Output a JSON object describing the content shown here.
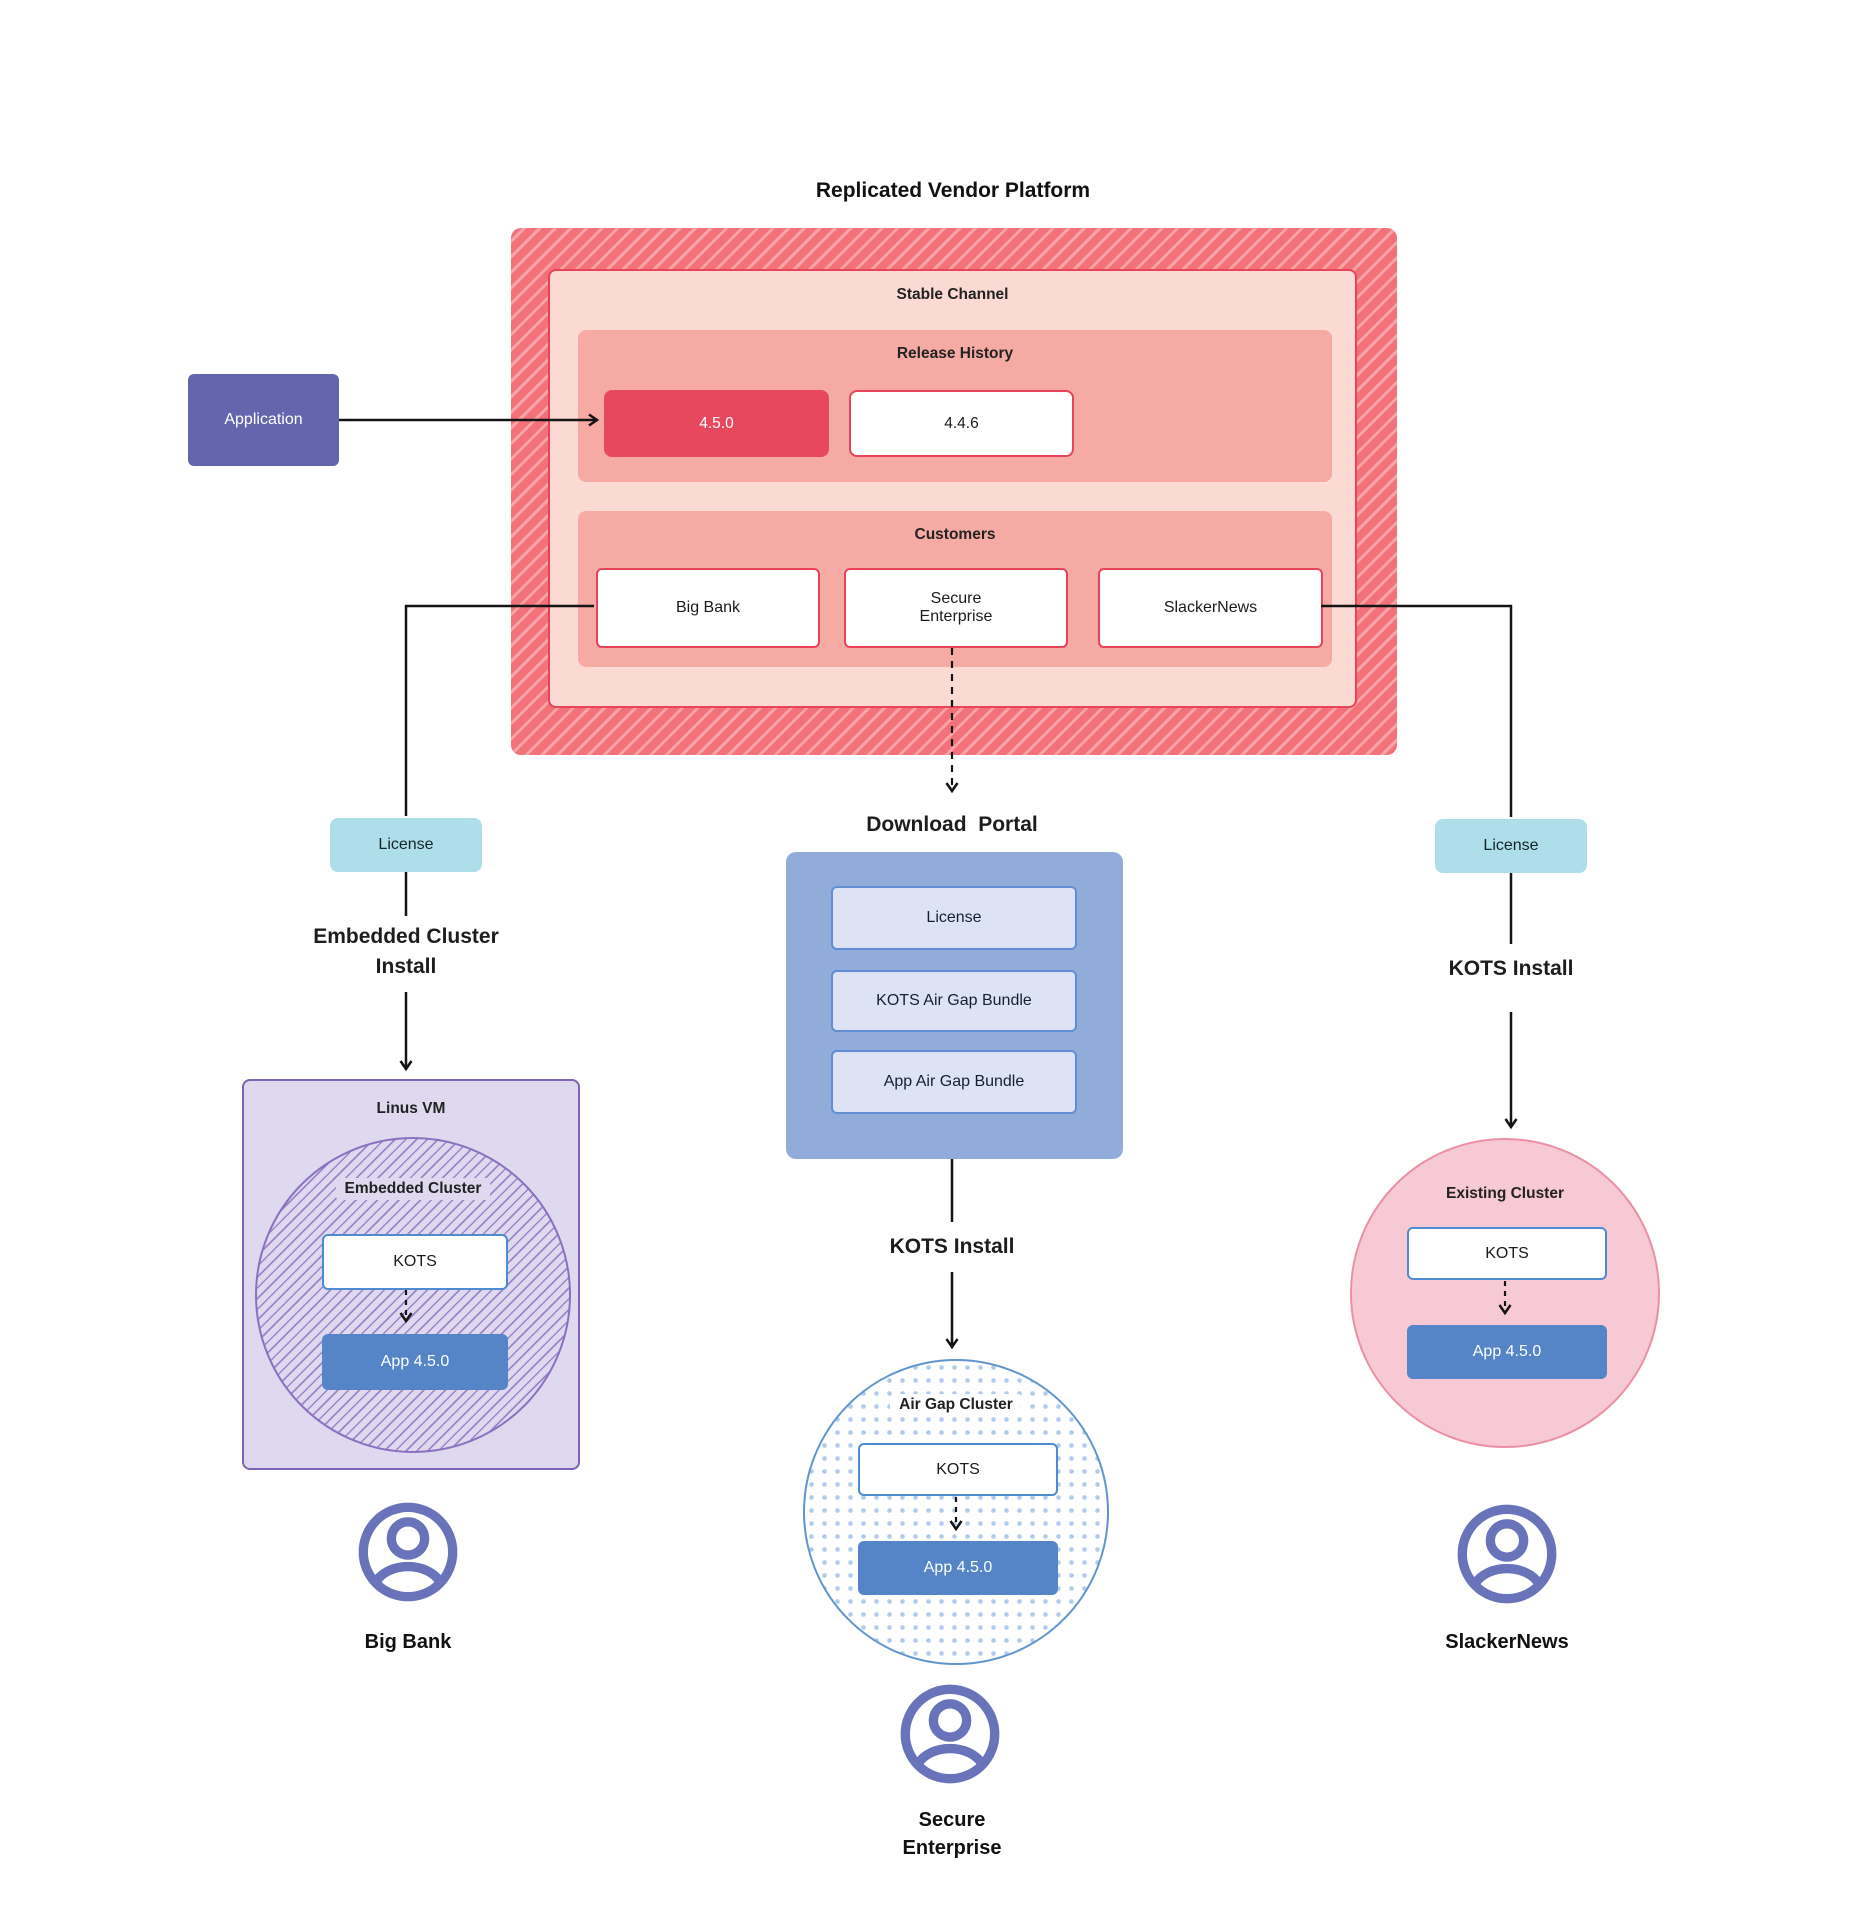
{
  "title": "Replicated Vendor Platform",
  "platform": {
    "channel_label": "Stable Channel",
    "release_history_label": "Release History",
    "release_current": "4.5.0",
    "release_previous": "4.4.6",
    "customers_label": "Customers",
    "customer_big_bank": "Big Bank",
    "customer_secure_enterprise": "Secure Enterprise",
    "customer_slackernews": "SlackerNews"
  },
  "application_label": "Application",
  "big_bank_flow": {
    "license_label": "License",
    "install_label": "Embedded Cluster Install",
    "vm_label": "Linus VM",
    "cluster_label": "Embedded Cluster",
    "kots_label": "KOTS",
    "app_label": "App 4.5.0",
    "user_label": "Big Bank"
  },
  "secure_flow": {
    "portal_title": "Download  Portal",
    "portal_items": [
      "License",
      "KOTS Air Gap Bundle",
      "App Air Gap Bundle"
    ],
    "install_label": "KOTS Install",
    "cluster_label": "Air Gap Cluster",
    "kots_label": "KOTS",
    "app_label": "App 4.5.0",
    "user_label": "Secure Enterprise"
  },
  "slackernews_flow": {
    "license_label": "License",
    "install_label": "KOTS Install",
    "cluster_label": "Existing Cluster",
    "kots_label": "KOTS",
    "app_label": "App 4.5.0",
    "user_label": "SlackerNews"
  },
  "colors": {
    "platform_red": "#f37279",
    "channel_border_red": "#e84358",
    "release_highlight_red": "#e8485e",
    "application_indigo": "#6366ad",
    "license_teal": "#addee9",
    "portal_blue": "#92acda",
    "app_box_blue": "#5585c7",
    "vm_lavender": "#ded9ee",
    "existing_cluster_pink": "#f6c9d4",
    "user_icon_purple": "#6973ba"
  }
}
